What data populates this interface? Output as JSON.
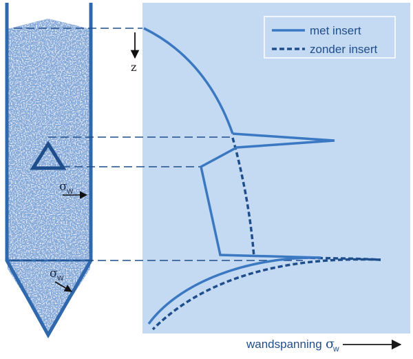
{
  "legend": {
    "solid_label": "met insert",
    "dashed_label": "zonder insert"
  },
  "depth_label": "z",
  "silo_labels": {
    "stress_symbol": "σ",
    "stress_subscript": "W"
  },
  "axis": {
    "label": "wandspanning",
    "symbol": "σ",
    "subscript": "w"
  },
  "colors": {
    "panel_background": "#c4d9f2",
    "curve": "#3a78c2",
    "dashed_curve": "#1f4e8c",
    "silo_wall": "#2f68ad",
    "granular_fill": "#7ea6d8",
    "insert_outline": "#1f4e8c",
    "arrow": "#111111"
  },
  "icons": {
    "insert": "triangle-insert-icon",
    "stress_arrow": "arrow-right-icon",
    "depth_arrow": "arrow-down-icon"
  }
}
